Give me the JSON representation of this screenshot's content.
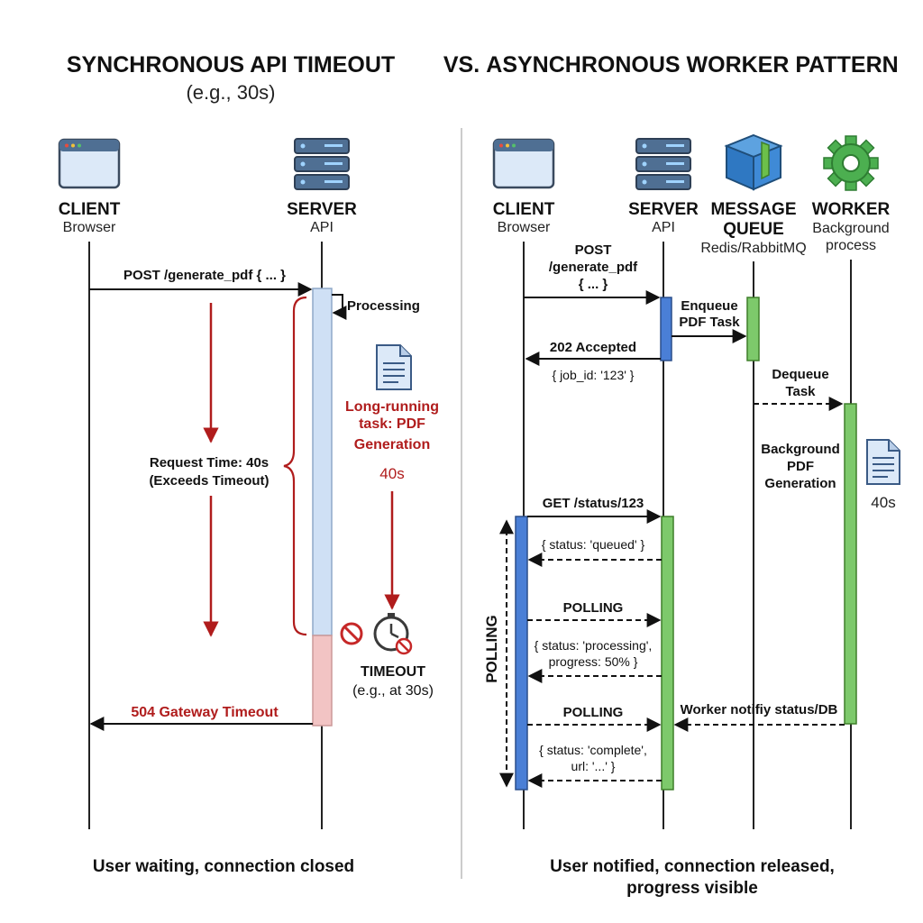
{
  "titles": {
    "left": "SYNCHRONOUS API TIMEOUT",
    "left_sub": "(e.g., 30s)",
    "vs": "VS.",
    "right": "ASYNCHRONOUS WORKER PATTERN"
  },
  "left": {
    "client_name": "CLIENT",
    "client_sub": "Browser",
    "server_name": "SERVER",
    "server_sub": "API",
    "msg_post": "POST /generate_pdf { ... }",
    "processing": "Processing",
    "request_time_1": "Request Time: 40s",
    "request_time_2": "(Exceeds Timeout)",
    "task_1": "Long-running",
    "task_2": "task: PDF",
    "task_3": "Generation",
    "task_time": "40s",
    "timeout_label": "TIMEOUT",
    "timeout_sub": "(e.g., at 30s)",
    "gateway": "504 Gateway Timeout",
    "footer": "User waiting, connection closed"
  },
  "right": {
    "client_name": "CLIENT",
    "client_sub": "Browser",
    "server_name": "SERVER",
    "server_sub": "API",
    "queue_name_1": "MESSAGE",
    "queue_name_2": "QUEUE",
    "queue_sub": "Redis/RabbitMQ",
    "worker_name": "WORKER",
    "worker_sub_1": "Background",
    "worker_sub_2": "process",
    "post_1": "POST",
    "post_2": "/generate_pdf",
    "post_3": "{ ... }",
    "enqueue_1": "Enqueue",
    "enqueue_2": "PDF Task",
    "accepted": "202 Accepted",
    "job_id": "{ job_id: '123' }",
    "dequeue_1": "Dequeue",
    "dequeue_2": "Task",
    "bg_1": "Background",
    "bg_2": "PDF",
    "bg_3": "Generation",
    "bg_time": "40s",
    "get_status": "GET /status/123",
    "status_queued": "{ status: 'queued' }",
    "polling_1": "POLLING",
    "status_processing_1": "{ status: 'processing',",
    "status_processing_2": "progress: 50% }",
    "polling_2": "POLLING",
    "worker_notify": "Worker notifiy status/DB",
    "status_complete_1": "{ status: 'complete',",
    "status_complete_2": "url: '...' }",
    "polling_side": "POLLING",
    "footer_1": "User notified, connection released,",
    "footer_2": "progress visible"
  },
  "colors": {
    "red": "#b01c1c",
    "blue_bar": "#4a7fd6",
    "green_bar": "#7dc96b",
    "light_blue": "#cfe0f5",
    "light_red": "#f2c4c4",
    "icon_blue": "#5b8fd1"
  }
}
